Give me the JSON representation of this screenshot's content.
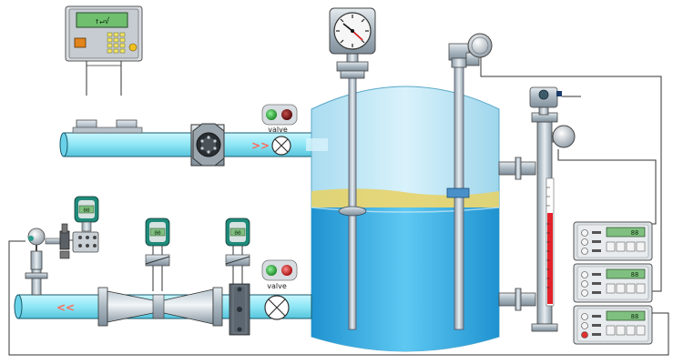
{
  "labels": {
    "valve_upper": "valve",
    "valve_lower": "valve"
  },
  "instruments": {
    "controller_display": "↑↵√",
    "meter_left_reading": "00",
    "meter_mid_reading": "00",
    "meter_right_reading": "00",
    "indicator_1_reading": "88",
    "indicator_2_reading": "88",
    "indicator_3_reading": "88"
  },
  "flow": {
    "upper_direction": ">>",
    "lower_direction": "<<"
  },
  "colors": {
    "pipe": "#8ee6f5",
    "tank_liquid": "#2fa8e0",
    "oil_layer": "#e6d36a",
    "lamp_green": "#2ea83a",
    "lamp_red": "#d21f1f",
    "level_bar": "#e3212b",
    "display_green": "#7fbf7f"
  },
  "icons": [
    "pressure-gauge-icon",
    "level-transmitter-head-icon",
    "flow-meter-icon",
    "valve-icon",
    "lamp-icon"
  ]
}
